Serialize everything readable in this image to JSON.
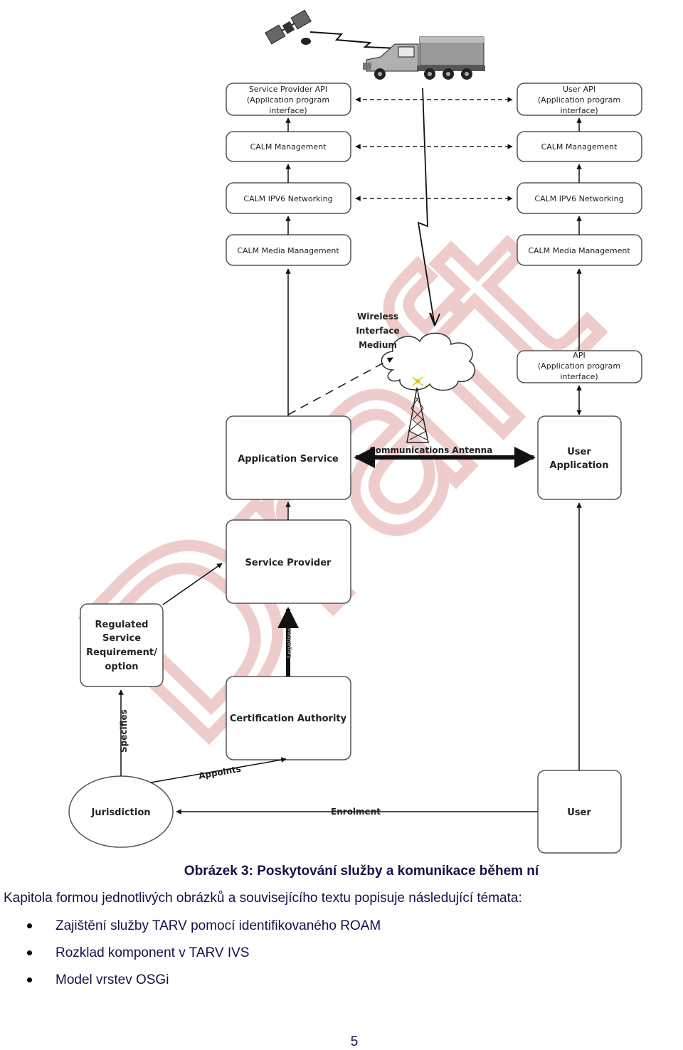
{
  "diagram": {
    "watermark": "Draft",
    "boxes": {
      "service_provider_api": [
        "Service Provider API",
        "(Application program",
        "interface)"
      ],
      "user_api": [
        "User API",
        "(Application program",
        "interface)"
      ],
      "calm_management_left": "CALM Management",
      "calm_management_right": "CALM Management",
      "calm_ipv6_left": "CALM IPV6 Networking",
      "calm_ipv6_right": "CALM IPV6 Networking",
      "calm_media_left": "CALM Media Management",
      "calm_media_right": "CALM Media Management",
      "api": [
        "API",
        "(Application program",
        "interface)"
      ],
      "application_service": "Application Service",
      "user_application": [
        "User",
        "Application"
      ],
      "service_provider": "Service Provider",
      "regulated": [
        "Regulated",
        "Service",
        "Requirement/",
        "option"
      ],
      "certification_authority": "Certification Authority",
      "jurisdiction": "Jurisdiction",
      "user": "User"
    },
    "labels": {
      "wireless": [
        "Wireless",
        "Interface",
        "Medium"
      ],
      "communications_antenna": "Communications Antenna",
      "specifies": "Specifies",
      "appoints": "Appoints",
      "enrolment": "Enrolment",
      "legalises": "Legalises"
    }
  },
  "caption": "Obrázek 3: Poskytování služby a komunikace během ní",
  "intro": "Kapitola formou jednotlivých obrázků a souvisejícího textu popisuje následující témata:",
  "bullets": [
    "Zajištění služby TARV pomocí identifikovaného ROAM",
    "Rozklad komponent v TARV IVS",
    "Model vrstev OSGi"
  ],
  "page_number": "5"
}
